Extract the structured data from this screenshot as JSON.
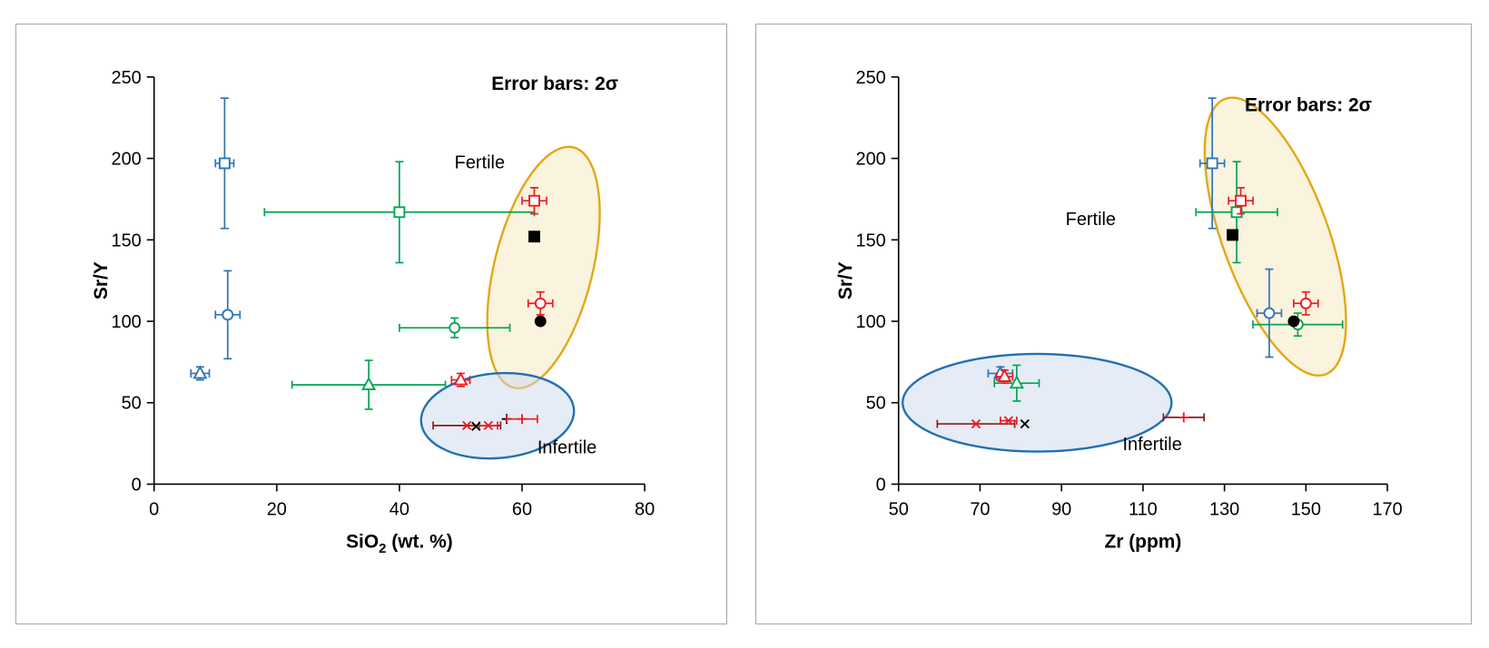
{
  "page": {
    "background": "#ffffff",
    "panel_border": "#a6a6a6"
  },
  "colors": {
    "blue": "#2E75B6",
    "green": "#00A650",
    "red": "#EE1C25",
    "darkred": "#8B1B1B",
    "black": "#000000",
    "fertile_stroke": "#E3A713",
    "fertile_fill": "#F6E8BC",
    "infertile_stroke": "#2170B2",
    "infertile_fill": "#CBDAEB"
  },
  "chart_data": [
    {
      "type": "scatter",
      "name": "sry-vs-sio2",
      "title": "",
      "xlabel": "SiO2 (wt. %)",
      "xlabel_segments": [
        {
          "t": "SiO"
        },
        {
          "t": "2",
          "sub": true
        },
        {
          "t": " (wt. %)"
        }
      ],
      "ylabel": "Sr/Y",
      "xlim": [
        0,
        80
      ],
      "ylim": [
        0,
        250
      ],
      "xticks": [
        0,
        20,
        40,
        60,
        80
      ],
      "yticks": [
        0,
        50,
        100,
        150,
        200,
        250
      ],
      "grid": false,
      "legend": "none",
      "annotations": [
        {
          "text": "Error bars: 2σ",
          "x": 55,
          "y": 242,
          "bold": true
        },
        {
          "text": "Fertile",
          "x": 49,
          "y": 194,
          "bold": false
        },
        {
          "text": "Infertile",
          "x": 62.5,
          "y": 19,
          "bold": false
        }
      ],
      "regions": [
        {
          "name": "fertile",
          "shape": "ellipse",
          "cx": 63.5,
          "cy": 133,
          "rx": 8,
          "ry": 76,
          "rotation": 14,
          "stroke": "fertile_stroke",
          "fill": "fertile_fill",
          "fill_opacity": 0.5
        },
        {
          "name": "infertile",
          "shape": "ellipse",
          "cx": 56,
          "cy": 42,
          "rx": 12.5,
          "ry": 26,
          "rotation": -5,
          "stroke": "infertile_stroke",
          "fill": "infertile_fill",
          "fill_opacity": 0.5
        }
      ],
      "series": [
        {
          "name": "blue-open-square",
          "marker": "square",
          "fill": "open",
          "color": "blue",
          "points": [
            {
              "x": 11.5,
              "y": 197,
              "xerr": 1.5,
              "yerr": 40
            }
          ]
        },
        {
          "name": "blue-open-circle",
          "marker": "circle",
          "fill": "open",
          "color": "blue",
          "points": [
            {
              "x": 12,
              "y": 104,
              "xerr": 2,
              "yerr": 27
            }
          ]
        },
        {
          "name": "blue-open-triangle",
          "marker": "triangle",
          "fill": "open",
          "color": "blue",
          "points": [
            {
              "x": 7.5,
              "y": 68,
              "xerr": 1.5,
              "yerr": 4
            }
          ]
        },
        {
          "name": "green-open-square",
          "marker": "square",
          "fill": "open",
          "color": "green",
          "points": [
            {
              "x": 40,
              "y": 167,
              "xerr": 22,
              "yerr": 31
            }
          ]
        },
        {
          "name": "green-open-circle",
          "marker": "circle",
          "fill": "open",
          "color": "green",
          "points": [
            {
              "x": 49,
              "y": 96,
              "xerr": 9,
              "yerr": 6
            }
          ]
        },
        {
          "name": "green-open-triangle",
          "marker": "triangle",
          "fill": "open",
          "color": "green",
          "points": [
            {
              "x": 35,
              "y": 61,
              "xerr": 12.5,
              "yerr": 15
            }
          ]
        },
        {
          "name": "red-open-square",
          "marker": "square",
          "fill": "open",
          "color": "red",
          "points": [
            {
              "x": 62,
              "y": 174,
              "xerr": 2,
              "yerr": 8
            }
          ]
        },
        {
          "name": "red-open-circle",
          "marker": "circle",
          "fill": "open",
          "color": "red",
          "points": [
            {
              "x": 63,
              "y": 111,
              "xerr": 2,
              "yerr": 7
            }
          ]
        },
        {
          "name": "red-open-triangle",
          "marker": "triangle",
          "fill": "open",
          "color": "red",
          "points": [
            {
              "x": 50,
              "y": 64,
              "xerr": 1.5,
              "yerr": 4
            }
          ]
        },
        {
          "name": "black-filled-square",
          "marker": "square",
          "fill": "filled",
          "color": "black",
          "points": [
            {
              "x": 62,
              "y": 152
            }
          ]
        },
        {
          "name": "black-filled-circle",
          "marker": "circle",
          "fill": "filled",
          "color": "black",
          "points": [
            {
              "x": 63,
              "y": 100
            }
          ]
        },
        {
          "name": "red-x-darkred-bar",
          "marker": "x",
          "fill": "open",
          "color": "red",
          "errcolor": "darkred",
          "points": [
            {
              "x": 51,
              "y": 36,
              "xerr": 5.5
            }
          ]
        },
        {
          "name": "red-x",
          "marker": "x",
          "fill": "open",
          "color": "red",
          "points": [
            {
              "x": 54.5,
              "y": 36,
              "xerr": 1.5
            }
          ]
        },
        {
          "name": "black-x",
          "marker": "x",
          "fill": "open",
          "color": "black",
          "points": [
            {
              "x": 52.5,
              "y": 35.5
            }
          ]
        },
        {
          "name": "black-plus",
          "marker": "plus",
          "fill": "open",
          "color": "black",
          "points": [
            {
              "x": 57.5,
              "y": 40
            }
          ]
        },
        {
          "name": "red-plus",
          "marker": "plus",
          "fill": "open",
          "color": "red",
          "points": [
            {
              "x": 60,
              "y": 40,
              "xerr": 2.5
            }
          ]
        }
      ]
    },
    {
      "type": "scatter",
      "name": "sry-vs-zr",
      "title": "",
      "xlabel": "Zr (ppm)",
      "xlabel_segments": [
        {
          "t": "Zr (ppm)"
        }
      ],
      "ylabel": "Sr/Y",
      "xlim": [
        50,
        170
      ],
      "ylim": [
        0,
        250
      ],
      "xticks": [
        50,
        70,
        90,
        110,
        130,
        150,
        170
      ],
      "yticks": [
        0,
        50,
        100,
        150,
        200,
        250
      ],
      "grid": false,
      "legend": "none",
      "annotations": [
        {
          "text": "Error bars: 2σ",
          "x": 135,
          "y": 229,
          "bold": true
        },
        {
          "text": "Fertile",
          "x": 91,
          "y": 159,
          "bold": false
        },
        {
          "text": "Infertile",
          "x": 105,
          "y": 21,
          "bold": false
        }
      ],
      "regions": [
        {
          "name": "fertile",
          "shape": "ellipse",
          "cx": 142.5,
          "cy": 152,
          "rx": 13,
          "ry": 90,
          "rotation": -20,
          "stroke": "fertile_stroke",
          "fill": "fertile_fill",
          "fill_opacity": 0.5
        },
        {
          "name": "infertile",
          "shape": "ellipse",
          "cx": 84,
          "cy": 50,
          "rx": 33,
          "ry": 30,
          "rotation": 0,
          "stroke": "infertile_stroke",
          "fill": "infertile_fill",
          "fill_opacity": 0.5
        }
      ],
      "series": [
        {
          "name": "blue-open-square",
          "marker": "square",
          "fill": "open",
          "color": "blue",
          "points": [
            {
              "x": 127,
              "y": 197,
              "xerr": 3,
              "yerr": 40
            }
          ]
        },
        {
          "name": "blue-open-circle",
          "marker": "circle",
          "fill": "open",
          "color": "blue",
          "points": [
            {
              "x": 141,
              "y": 105,
              "xerr": 3,
              "yerr": 27
            }
          ]
        },
        {
          "name": "blue-open-triangle",
          "marker": "triangle",
          "fill": "open",
          "color": "blue",
          "points": [
            {
              "x": 75,
              "y": 68,
              "xerr": 3,
              "yerr": 4
            }
          ]
        },
        {
          "name": "green-open-square",
          "marker": "square",
          "fill": "open",
          "color": "green",
          "points": [
            {
              "x": 133,
              "y": 167,
              "xerr": 10,
              "yerr": 31
            }
          ]
        },
        {
          "name": "green-open-circle",
          "marker": "circle",
          "fill": "open",
          "color": "green",
          "points": [
            {
              "x": 148,
              "y": 98,
              "xerr": 11,
              "yerr": 7
            }
          ]
        },
        {
          "name": "green-open-triangle",
          "marker": "triangle",
          "fill": "open",
          "color": "green",
          "points": [
            {
              "x": 79,
              "y": 62,
              "xerr": 5.5,
              "yerr": 11
            }
          ]
        },
        {
          "name": "red-open-square",
          "marker": "square",
          "fill": "open",
          "color": "red",
          "points": [
            {
              "x": 134,
              "y": 174,
              "xerr": 3,
              "yerr": 8
            }
          ]
        },
        {
          "name": "red-open-circle",
          "marker": "circle",
          "fill": "open",
          "color": "red",
          "points": [
            {
              "x": 150,
              "y": 111,
              "xerr": 3,
              "yerr": 7
            }
          ]
        },
        {
          "name": "red-open-triangle",
          "marker": "triangle",
          "fill": "open",
          "color": "red",
          "points": [
            {
              "x": 76,
              "y": 66,
              "xerr": 2,
              "yerr": 4
            }
          ]
        },
        {
          "name": "black-filled-square",
          "marker": "square",
          "fill": "filled",
          "color": "black",
          "points": [
            {
              "x": 132,
              "y": 153
            }
          ]
        },
        {
          "name": "black-filled-circle",
          "marker": "circle",
          "fill": "filled",
          "color": "black",
          "points": [
            {
              "x": 147,
              "y": 100
            }
          ]
        },
        {
          "name": "red-x-darkred-bar",
          "marker": "x",
          "fill": "open",
          "color": "red",
          "errcolor": "darkred",
          "points": [
            {
              "x": 69,
              "y": 37,
              "xerr": 9.5
            }
          ]
        },
        {
          "name": "red-x",
          "marker": "x",
          "fill": "open",
          "color": "red",
          "points": [
            {
              "x": 77,
              "y": 39,
              "xerr": 2
            }
          ]
        },
        {
          "name": "black-x",
          "marker": "x",
          "fill": "open",
          "color": "black",
          "points": [
            {
              "x": 81,
              "y": 37
            }
          ]
        },
        {
          "name": "red-plus-darkred-bar",
          "marker": "plus",
          "fill": "open",
          "color": "red",
          "errcolor": "darkred",
          "points": [
            {
              "x": 120,
              "y": 41,
              "xerr": 5
            }
          ]
        }
      ]
    }
  ]
}
